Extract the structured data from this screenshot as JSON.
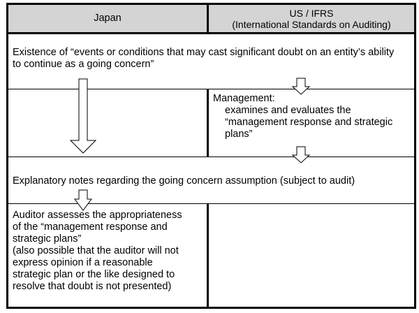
{
  "header": {
    "japan": "Japan",
    "us_ifrs_line1": "US / IFRS",
    "us_ifrs_line2": "(International Standards on Auditing)"
  },
  "rows": {
    "existence_line1": "Existence of “events or conditions that may cast significant doubt on an entity’s ability",
    "existence_line2": "to continue as a going concern”",
    "management_title": "Management:",
    "management_lines": [
      "examines and evaluates the",
      "“management response and strategic",
      "plans”"
    ],
    "explanatory_notes": "Explanatory notes regarding the going concern assumption (subject to audit)",
    "auditor_lines": [
      "Auditor assesses the appropriateness",
      "of the “management response and",
      "strategic plans”",
      "(also possible that the auditor will not",
      "express opinion if a reasonable",
      "strategic plan or the like designed to",
      "resolve that doubt is not presented)"
    ]
  }
}
